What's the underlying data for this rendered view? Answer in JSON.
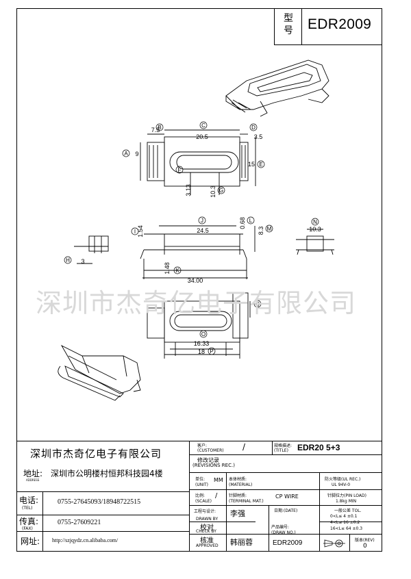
{
  "header": {
    "model_label": "型号",
    "model_value": "EDR2009"
  },
  "watermark": "深圳市杰奇亿电子有限公司",
  "drawing": {
    "markers": [
      "A",
      "B",
      "C",
      "D",
      "E",
      "F",
      "G",
      "H",
      "I",
      "J",
      "K",
      "L",
      "M",
      "N",
      "O",
      "P",
      "Q"
    ],
    "dims": {
      "a": "9",
      "b": "7.5",
      "c": "20.5",
      "d": "3.5",
      "e": "15",
      "f": "3.13",
      "g": "10.3",
      "h": "3",
      "i": "1.54",
      "j": "24.5",
      "k": "1.48",
      "l": "0.68",
      "m": "8.3",
      "n": "10.3",
      "total": "34.00",
      "o": "16.33",
      "p": "18"
    }
  },
  "title_block": {
    "company": "深圳市杰奇亿电子有限公司",
    "address_label": "地址:",
    "address_sub": "ADDRESS",
    "address": "深圳市公明楼村恒邦科技园4楼",
    "tel_label": "电话:",
    "tel_sub": "(TEL)",
    "tel": "0755-27645093/18948722515",
    "fax_label": "传真:",
    "fax_sub": "(FAX)",
    "fax": "0755-27609221",
    "web_label": "网址:",
    "web": "http://szjqydz.cn.alibaba.com/",
    "customer_label": "客户:",
    "customer_sub": "(CUSTOMER)",
    "customer_value": "/",
    "spec_label": "规格描述:",
    "spec_sub": "(TITLE)",
    "spec_value": "EDR20  5+3",
    "rev_label": "修改记录",
    "rev_sub": "(REVISIONS REC.)",
    "flame_label": "防火等级(UL REC.)",
    "flame_value": "UL 94V-0",
    "unit_label": "单位:",
    "unit_sub": "(UNIT)",
    "unit_value": "MM",
    "material_label": "本体材质:",
    "material_sub": "(MATERIAL)",
    "scale_label": "比例:",
    "scale_sub": "(SCALE)",
    "scale_value": "/",
    "terminal_label": "针脚材质:",
    "terminal_sub": "(TERMINAL MAT.)",
    "terminal_value": "CP WIRE",
    "pin_load_label": "针脚拉力(PIN LOAD)",
    "pin_load_value": "1.8kg MIN",
    "design_label": "工程与设计:",
    "drawn_label": "DRAWN BY",
    "designer": "李强",
    "date_label": "日期:(DATE)",
    "tol_title": "一般公差 TOL.",
    "tol_rows": [
      "0<L≤ 4    ±0.1",
      "4<L≤ 16   ±0.2",
      "16<L≤ 64  ±0.3"
    ],
    "check_label": "校对",
    "check_sub": "CHECK BY",
    "drawno_label": "产品编号:",
    "drawno_sub": "(DRAW NO.)",
    "drawno_value": "EDR2009",
    "approve_label": "核准",
    "approve_sub": "APPROVED",
    "approver": "韩丽蓉",
    "rev_no_label": "版本(REV)",
    "rev_no_value": "0"
  }
}
